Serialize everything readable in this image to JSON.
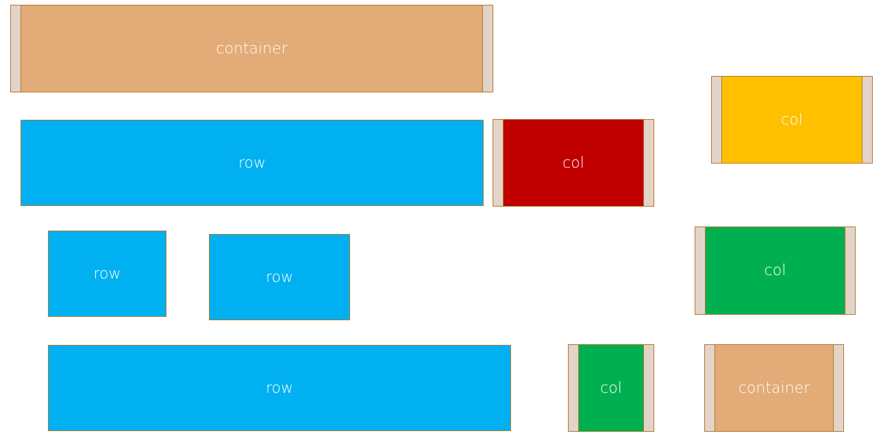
{
  "diagram": {
    "colors": {
      "container": "#e2ab77",
      "row": "#00b0f0",
      "col_red": "#c00000",
      "col_yellow": "#ffc000",
      "col_green": "#00b050",
      "padding": "#e2d4c8",
      "border": "#b0782c"
    },
    "boxes": {
      "container_top": "container",
      "row_top": "row",
      "col_red": "col",
      "col_yellow": "col",
      "row_small_1": "row",
      "row_small_2": "row",
      "col_green_right": "col",
      "row_bottom": "row",
      "col_green_bottom": "col",
      "container_bottom": "container"
    }
  }
}
